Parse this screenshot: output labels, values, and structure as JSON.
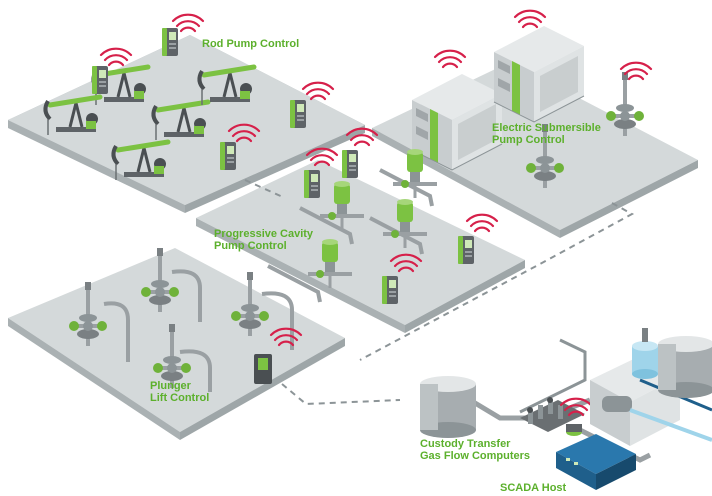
{
  "labels": {
    "rod_pump": "Rod Pump Control",
    "esp_line1": "Electric Submersible",
    "esp_line2": "Pump Control",
    "pc_line1": "Progressive Cavity",
    "pc_line2": "Pump Control",
    "plunger_line1": "Plunger",
    "plunger_line2": "Lift Control",
    "custody_line1": "Custody Transfer",
    "custody_line2": "Gas Flow Computers",
    "scada": "SCADA Host"
  },
  "colors": {
    "platform_top": "#d4d9da",
    "platform_side": "#b3babc",
    "equipment_green": "#7cc242",
    "label_green": "#5cb02c",
    "wireless_red": "#d6204a",
    "equipment_dark": "#4a4f52",
    "pipe_gray": "#8c9497",
    "network_dash": "#8c9497",
    "scada_blue": "#1f5f8b",
    "water_blue": "#9fd4ea"
  }
}
